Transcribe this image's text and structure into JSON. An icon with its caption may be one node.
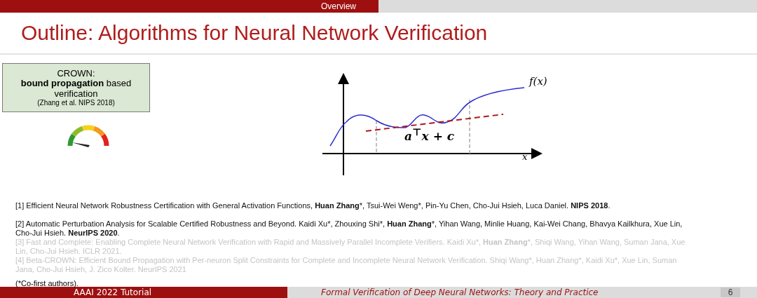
{
  "diagram": {
    "title": "Outline: Algorithms for Neural Network Verification",
    "nodes": [
      {
        "text": [
          "CROWN:",
          "**bound propagation** based verification",
          "(Zhang et al. NIPS 2018)"
        ]
      }
    ],
    "labels": [
      "Overview",
      "f(x)",
      "a$^{⊤}$x + c",
      "x",
      "[1] Efficient Neural Network Robustness Certification with General Activation Functions, **Huan Zhang***, Tsui-Wei Weng*, Pin-Yu Chen, Cho-Jui Hsieh, Luca Daniel. **NIPS 2018**.",
      "[2] Automatic Perturbation Analysis for Scalable Certified Robustness and Beyond. Kaidi Xu*, Zhouxing Shi*, **Huan Zhang***, Yihan Wang, Minlie Huang, Kai-Wei Chang, Bhavya Kailkhura, Xue Lin, Cho-Jui Hsieh. **NeurIPS 2020**.",
      "[3] Fast and Complete: Enabling Complete Neural Network Verification with Rapid and Massively Parallel Incomplete Verifiers. Kaidi Xu*, **Huan Zhang***, Shiqi Wang, Yihan Wang, Suman Jana, Xue Lin, Cho-Jui Hsieh. ICLR 2021.",
      "[4] Beta-CROWN: Efficient Bound Propagation with Per-neuron Split Constraints for Complete and Incomplete Neural Network Verification. Shiqi Wang*, Huan Zhang*, Kaidi Xu*, Xue Lin, Suman Jana, Cho-Jui Hsieh, J. Zico Kolter. NeurIPS 2021",
      "(*Co-first authors).",
      "AAAI 2022 Tutorial",
      "Formal Verification of Deep Neural Networks: Theory and Practice",
      "6"
    ]
  }
}
